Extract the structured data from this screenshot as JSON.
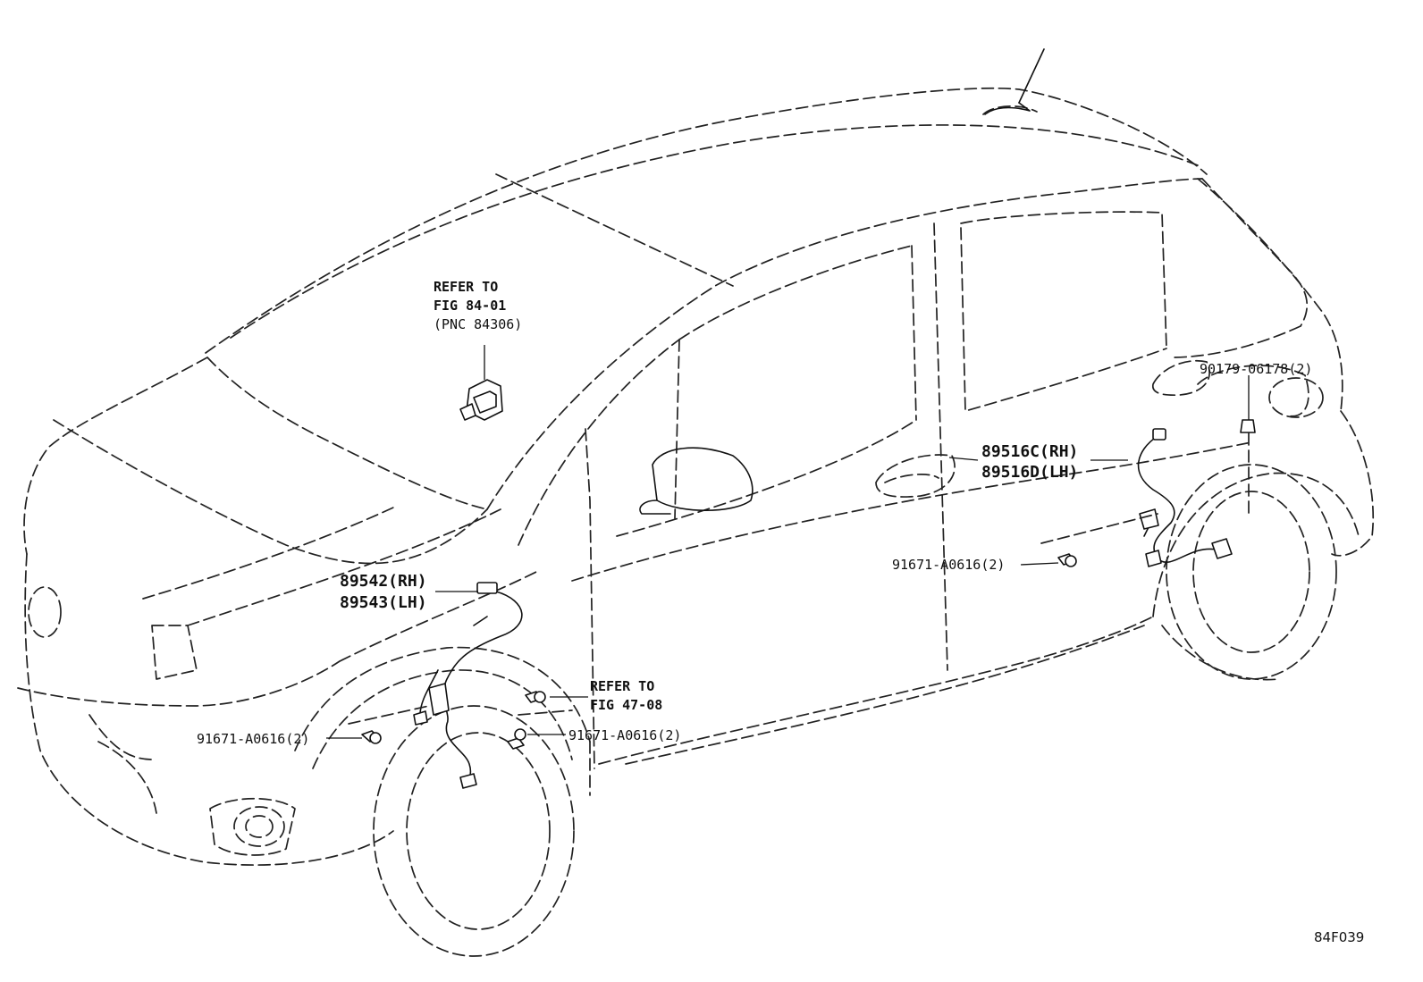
{
  "labels": {
    "refer_gps": [
      "REFER TO",
      "FIG 84-01",
      "(PNC 84306)"
    ],
    "front_sensor": [
      "89542(RH)",
      "89543(LH)"
    ],
    "rear_sensor": [
      "89516C(RH)",
      "89516D(LH)"
    ],
    "refer_fig47": [
      "REFER TO",
      "FIG 47-08"
    ],
    "bolt_front_left": "91671-A0616(2)",
    "bolt_front_right": "91671-A0616(2)",
    "bolt_rear": "91671-A0616(2)",
    "clip_rear": "90179-06178(2)",
    "figure_id": "84F039"
  }
}
